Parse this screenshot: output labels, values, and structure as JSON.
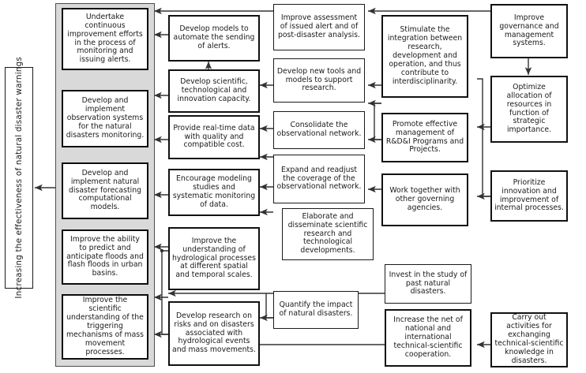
{
  "diagram": {
    "title_axis": "Increasing the effectiveness of natural disaster warnings",
    "colors": {
      "panel_fill": "#d9d9d9",
      "panel_stroke": "#4d4d4d",
      "node_fill": "#ffffff",
      "node_stroke": "#1a1a1a",
      "arrow_stroke": "#333333",
      "page_bg": "#ffffff"
    },
    "objectives": [
      {
        "id": "obj1",
        "text": "Undertake continuous improvement efforts in the process of monitoring and issuing alerts."
      },
      {
        "id": "obj2",
        "text": "Develop and implement observation systems for the natural disasters monitoring."
      },
      {
        "id": "obj3",
        "text": "Develop and implement natural disaster forecasting computational models."
      },
      {
        "id": "obj4",
        "text": "Improve the ability to predict and anticipate floods and flash floods in urban basins."
      },
      {
        "id": "obj5",
        "text": "Improve the scientific understanding of the triggering mechanisms of mass movement processes."
      }
    ],
    "column2": [
      {
        "id": "c2a",
        "text": "Develop models to automate the sending of alerts."
      },
      {
        "id": "c2b",
        "text": "Develop scientific, technological and innovation capacity."
      },
      {
        "id": "c2c",
        "text": "Provide real-time data with quality and compatible cost."
      },
      {
        "id": "c2d",
        "text": "Encourage modeling studies and systematic monitoring of data."
      },
      {
        "id": "c2e",
        "text": "Improve the understanding of hydrological processes at different spatial and temporal scales."
      },
      {
        "id": "c2f",
        "text": "Develop research on risks and on disasters associated with hydrological events and mass movements."
      }
    ],
    "column3": [
      {
        "id": "c3a",
        "text": "Improve assessment of issued alert and of post-disaster analysis."
      },
      {
        "id": "c3b",
        "text": "Develop new tools and models to support research."
      },
      {
        "id": "c3c",
        "text": "Consolidate the observational network."
      },
      {
        "id": "c3d",
        "text": "Expand and readjust the coverage of the observational network."
      },
      {
        "id": "c3e",
        "text": "Elaborate and disseminate scientific research and technological developments."
      },
      {
        "id": "c3f",
        "text": "Quantify the impact of natural disasters."
      }
    ],
    "column4": [
      {
        "id": "c4a",
        "text": "Stimulate the integration between research, development and operation, and thus contribute to interdisciplinarity."
      },
      {
        "id": "c4b",
        "text": "Promote effective management of R&D&I Programs and Projects."
      },
      {
        "id": "c4c",
        "text": "Work together with other governing agencies."
      },
      {
        "id": "c4d",
        "text": "Invest in the study of past natural disasters."
      },
      {
        "id": "c4e",
        "text": "Increase the net of national and international technical-scientific cooperation."
      }
    ],
    "column5": [
      {
        "id": "c5a",
        "text": "Improve governance and management systems."
      },
      {
        "id": "c5b",
        "text": "Optimize allocation of resources in function of strategic importance."
      },
      {
        "id": "c5c",
        "text": "Prioritize innovation and improvement of internal processes."
      },
      {
        "id": "c5d",
        "text": "Carry out activities for exchanging technical-scientific knowledge in disasters."
      }
    ]
  }
}
